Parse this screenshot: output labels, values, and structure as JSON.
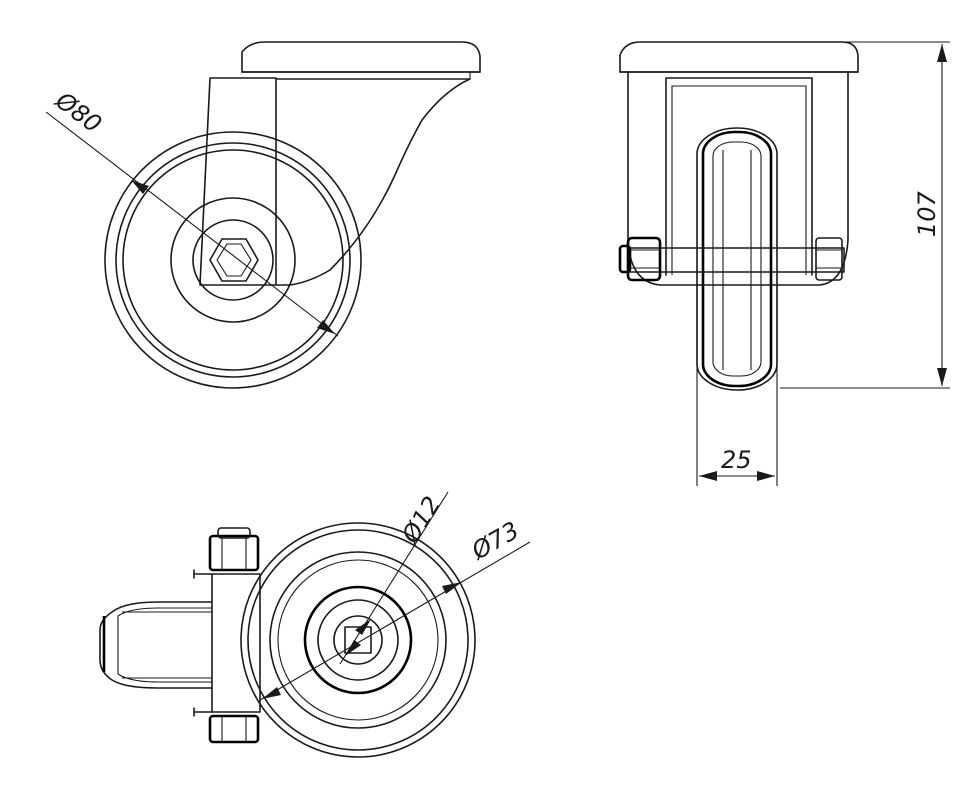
{
  "dimensions": {
    "wheel_diameter": "Ø80",
    "total_height": "107",
    "wheel_width": "25",
    "bore_diameter": "Ø12",
    "tread_diameter": "Ø73"
  }
}
